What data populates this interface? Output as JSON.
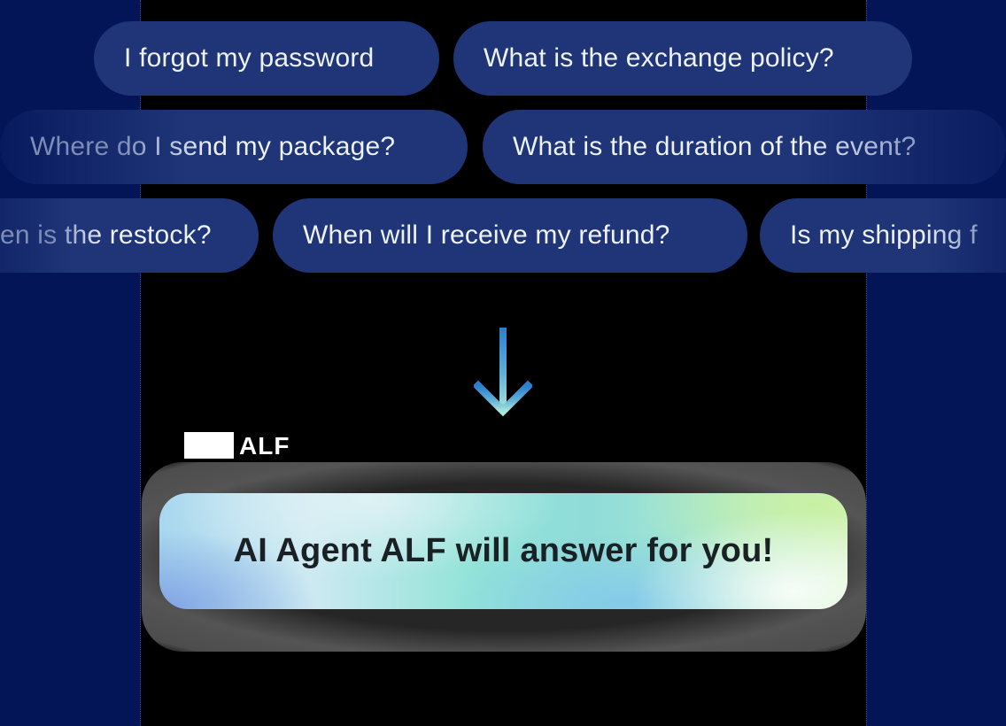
{
  "colors": {
    "side_panel": "#031457",
    "pill_bg": "#1f3577",
    "pill_text": "#eef2fb",
    "answer_text": "#1a2124",
    "arrow_top": "#2a7fd0",
    "arrow_bottom": "#a8e6dc"
  },
  "questions": {
    "row1": [
      {
        "label": "I forgot my password"
      },
      {
        "label": "What is the exchange policy?"
      }
    ],
    "row2": [
      {
        "label": "Where do I send my package?"
      },
      {
        "label": "What is the duration of the event?"
      }
    ],
    "row3": [
      {
        "label": "en is the restock?"
      },
      {
        "label": "When will I receive my refund?"
      },
      {
        "label": "Is my shipping f"
      }
    ]
  },
  "arrow": {
    "icon": "arrow-down-icon"
  },
  "agent_label": {
    "text": "ALF"
  },
  "answer": {
    "text": "AI Agent ALF will answer for you!"
  }
}
